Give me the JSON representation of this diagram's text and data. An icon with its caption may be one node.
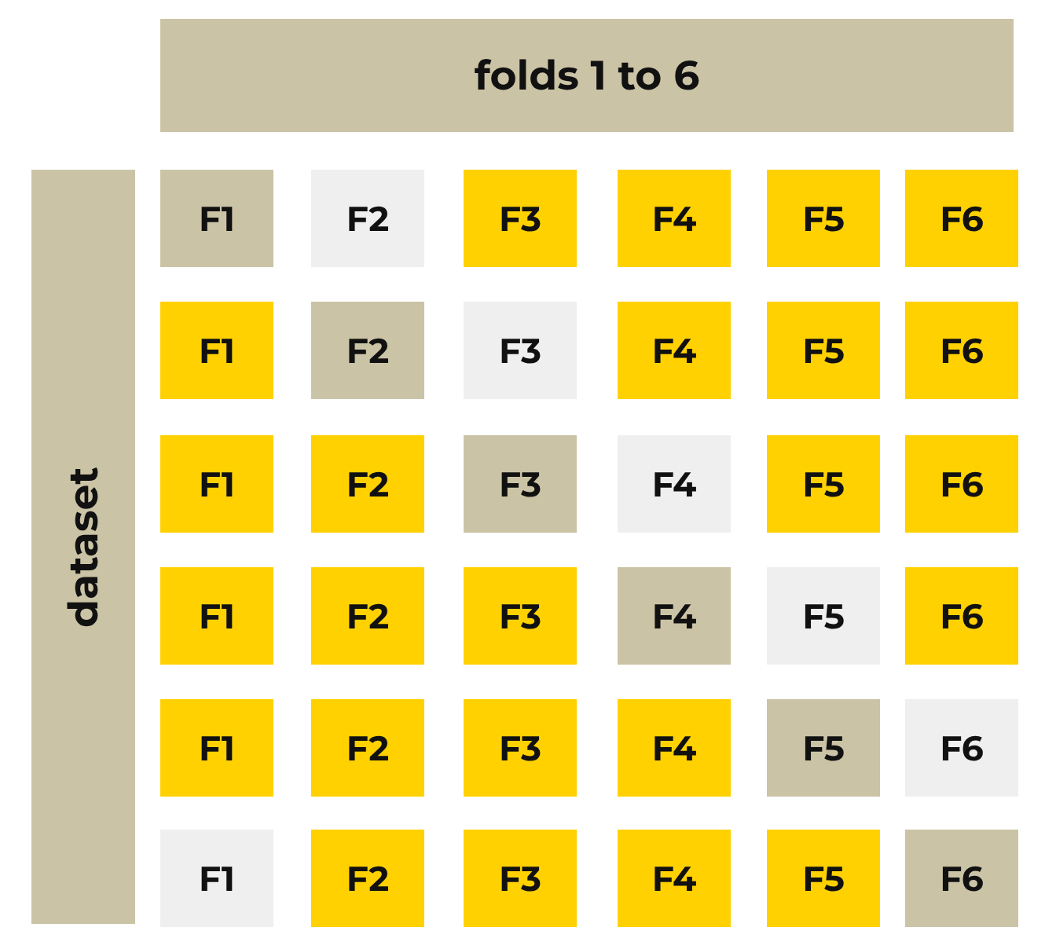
{
  "diagram": {
    "nodes": [
      {
        "text": [
          "folds 1 to 6"
        ]
      },
      {
        "text": [
          "dataset"
        ]
      },
      {
        "text": [
          "F1"
        ]
      },
      {
        "text": [
          "F2"
        ]
      },
      {
        "text": [
          "F3"
        ]
      },
      {
        "text": [
          "F4"
        ]
      },
      {
        "text": [
          "F5"
        ]
      },
      {
        "text": [
          "F6"
        ]
      },
      {
        "text": [
          "F1"
        ]
      },
      {
        "text": [
          "F2"
        ]
      },
      {
        "text": [
          "F3"
        ]
      },
      {
        "text": [
          "F4"
        ]
      },
      {
        "text": [
          "F5"
        ]
      },
      {
        "text": [
          "F6"
        ]
      },
      {
        "text": [
          "F1"
        ]
      },
      {
        "text": [
          "F2"
        ]
      },
      {
        "text": [
          "F3"
        ]
      },
      {
        "text": [
          "F4"
        ]
      },
      {
        "text": [
          "F5"
        ]
      },
      {
        "text": [
          "F6"
        ]
      },
      {
        "text": [
          "F1"
        ]
      },
      {
        "text": [
          "F2"
        ]
      },
      {
        "text": [
          "F3"
        ]
      },
      {
        "text": [
          "F4"
        ]
      },
      {
        "text": [
          "F5"
        ]
      },
      {
        "text": [
          "F6"
        ]
      },
      {
        "text": [
          "F1"
        ]
      },
      {
        "text": [
          "F2"
        ]
      },
      {
        "text": [
          "F3"
        ]
      },
      {
        "text": [
          "F4"
        ]
      },
      {
        "text": [
          "F5"
        ]
      },
      {
        "text": [
          "F6"
        ]
      },
      {
        "text": [
          "F1"
        ]
      },
      {
        "text": [
          "F2"
        ]
      },
      {
        "text": [
          "F3"
        ]
      },
      {
        "text": [
          "F4"
        ]
      },
      {
        "text": [
          "F5"
        ]
      },
      {
        "text": [
          "F6"
        ]
      }
    ],
    "edges": []
  }
}
